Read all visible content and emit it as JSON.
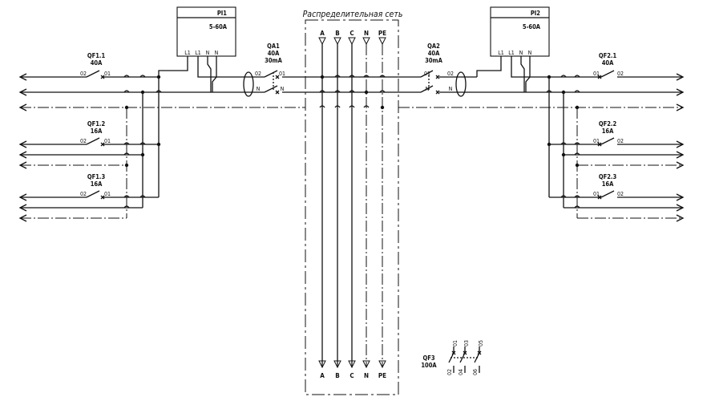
{
  "network": {
    "title": "Распределительная сеть",
    "buses": [
      "A",
      "B",
      "C",
      "N",
      "PE"
    ]
  },
  "meters": [
    {
      "id": "PI1",
      "rating": "5-60A",
      "terminals": [
        "L1",
        "L1",
        "N",
        "N"
      ]
    },
    {
      "id": "PI2",
      "rating": "5-60A",
      "terminals": [
        "L1",
        "L1",
        "N",
        "N"
      ]
    }
  ],
  "rcds": [
    {
      "id": "QA1",
      "current": "40A",
      "leakage": "30mA",
      "pins": [
        "02",
        "01",
        "N",
        "N"
      ]
    },
    {
      "id": "QA2",
      "current": "40A",
      "leakage": "30mA",
      "pins": [
        "01",
        "02",
        "N",
        "N"
      ]
    }
  ],
  "breakers_left": [
    {
      "id": "QF1.1",
      "rating": "40A",
      "pins": [
        "02",
        "01"
      ]
    },
    {
      "id": "QF1.2",
      "rating": "16A",
      "pins": [
        "02",
        "01"
      ]
    },
    {
      "id": "QF1.3",
      "rating": "16A",
      "pins": [
        "02",
        "01"
      ]
    }
  ],
  "breakers_right": [
    {
      "id": "QF2.1",
      "rating": "40A",
      "pins": [
        "01",
        "02"
      ]
    },
    {
      "id": "QF2.2",
      "rating": "16A",
      "pins": [
        "01",
        "02"
      ]
    },
    {
      "id": "QF2.3",
      "rating": "16A",
      "pins": [
        "01",
        "02"
      ]
    }
  ],
  "main_breaker": {
    "id": "QF3",
    "rating": "100A",
    "pins": [
      "01",
      "03",
      "05",
      "02",
      "04",
      "06"
    ]
  }
}
